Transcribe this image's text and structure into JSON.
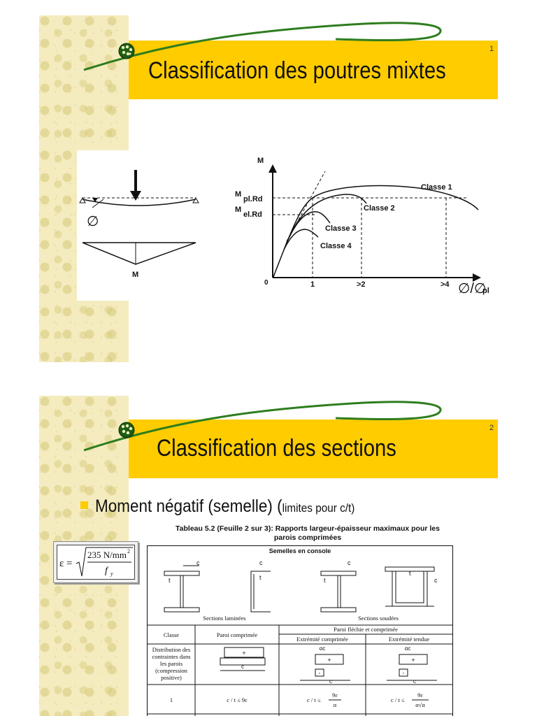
{
  "slide1": {
    "number": "1",
    "title": "Classification des poutres mixtes",
    "figure": {
      "beam_label_rotation": "∅",
      "moment_label": "M",
      "y_axis_label": "M",
      "mpl_label": "M",
      "mpl_sub": "pl.Rd",
      "mel_label": "M",
      "mel_sub": "el.Rd",
      "origin": "0",
      "x_ticks": [
        "1",
        ">2",
        ">4"
      ],
      "x_axis_label": "∅/∅",
      "x_axis_sub": "pl",
      "classes": [
        "Classe 1",
        "Classe 2",
        "Classe 3",
        "Classe 4"
      ]
    }
  },
  "slide2": {
    "number": "2",
    "title": "Classification des sections",
    "bullet_main": "Moment négatif (semelle) (",
    "bullet_small": "limites pour c/t)",
    "table_title_line1": "Tableau 5.2 (Feuille 2 sur 3): Rapports largeur-épaisseur maximaux pour les",
    "table_title_line2": "parois comprimées",
    "formula": {
      "epsilon": "ε =",
      "numerator": "235 N/mm",
      "exponent": "2",
      "denominator": "f",
      "denominator_sub": "y"
    },
    "table": {
      "heading": "Semelles en console",
      "label_c": "c",
      "label_t": "t",
      "sections_laminees": "Sections laminées",
      "sections_soudees": "Sections soudées",
      "col_classe": "Classe",
      "col_paroi_comprimee": "Paroi comprimée",
      "col_paroi_flechie": "Paroi fléchie et comprimée",
      "col_extremite_comprimee": "Extrémité comprimée",
      "col_extremite_tendue": "Extrémité tendue",
      "row_label": "Distribution des contraintes dans les parois (compression positive)",
      "alpha_c": "αc",
      "plus": "+",
      "minus": "-",
      "row1_classe": "1",
      "row1_paroi": "c / t ≤ 9ε",
      "row1_comprimee_lhs": "c / t ≤",
      "row1_comprimee_num": "9ε",
      "row1_comprimee_den": "α",
      "row1_tendue_lhs": "c / t ≤",
      "row1_tendue_num": "9ε",
      "row1_tendue_den": "α√α"
    }
  },
  "colors": {
    "title_bar": "#ffcc00",
    "pattern": "#f4ecbf",
    "swoosh": "#2e7d1e",
    "bullet": "#ffcc00"
  }
}
